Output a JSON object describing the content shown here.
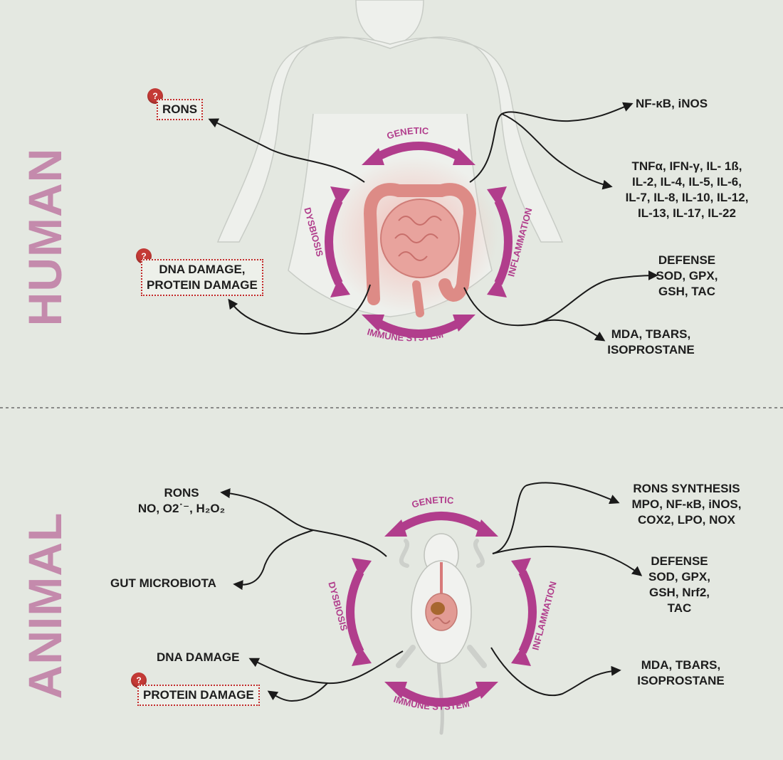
{
  "human": {
    "side_label": "HUMAN",
    "arc_labels": {
      "genetic": "GENETIC",
      "dysbiosis": "DYSBIOSIS",
      "inflammation": "INFLAMMATION",
      "immune": "IMMUNE SYSTEM"
    },
    "left": {
      "rons": "RONS",
      "damage_line1": "DNA DAMAGE,",
      "damage_line2": "PROTEIN DAMAGE"
    },
    "right": {
      "nfkb": "NF-κB, iNOS",
      "cytokines": [
        "TNFα, IFN-γ, IL- 1ß,",
        "IL-2, IL-4, IL-5, IL-6,",
        "IL-7, IL-8, IL-10, IL-12,",
        "IL-13, IL-17, IL-22"
      ],
      "defense": [
        "DEFENSE",
        "SOD, GPX,",
        "GSH, TAC"
      ],
      "markers": [
        "MDA, TBARS,",
        "ISOPROSTANE"
      ]
    }
  },
  "animal": {
    "side_label": "ANIMAL",
    "arc_labels": {
      "genetic": "GENETIC",
      "dysbiosis": "DYSBIOSIS",
      "inflammation": "INFLAMMATION",
      "immune": "IMMUNE SYSTEM"
    },
    "left": {
      "rons_title": "RONS",
      "rons_species": "NO, O2˙⁻, H₂O₂",
      "microbiota": "GUT MICROBIOTA",
      "dna": "DNA DAMAGE",
      "protein": "PROTEIN DAMAGE"
    },
    "right": {
      "synthesis": [
        "RONS SYNTHESIS",
        "MPO, NF-κB, iNOS,",
        "COX2, LPO, NOX"
      ],
      "defense": [
        "DEFENSE",
        "SOD, GPX,",
        "GSH, Nrf2,",
        "TAC"
      ],
      "markers": [
        "MDA, TBARS,",
        "ISOPROSTANE"
      ]
    }
  },
  "badge_symbol": "?",
  "colors": {
    "arrow": "#b13d8c",
    "side_label": "#c48aac",
    "question_badge": "#c43a36",
    "dotted_border": "#c22a2a",
    "gut": "#e8a39d"
  }
}
